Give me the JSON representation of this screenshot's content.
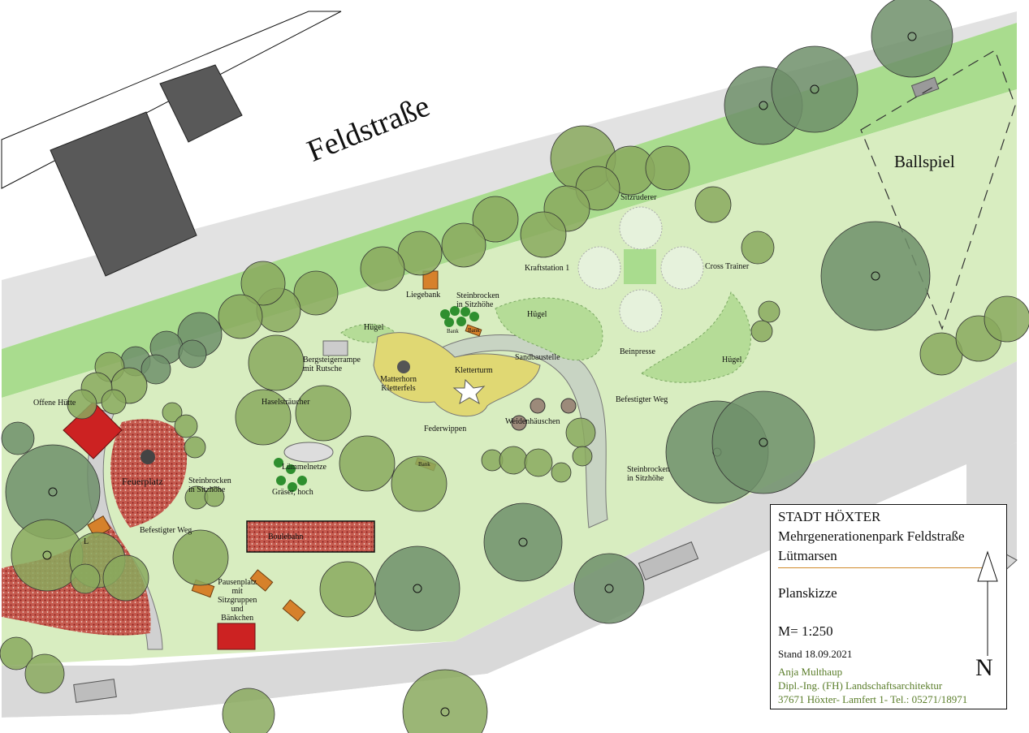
{
  "street": {
    "name": "Feldstraße"
  },
  "areas": {
    "ballspiel": "Ballspiel",
    "hill_1": "Hügel",
    "hill_2": "Hügel",
    "hill_3": "Hügel",
    "kraftstation": "Kraftstation 1",
    "sitzruderer": "Sitzruderer",
    "cross_trainer": "Cross Trainer",
    "beinpresse": "Beinpresse",
    "liegebank": "Liegebank",
    "steinbrocken_top": [
      "Steinbrocken",
      "in Sitzhöhe"
    ],
    "bergsteigerrampe": [
      "Bergsteigerrampe",
      "mit Rutsche"
    ],
    "matterhorn": [
      "Matterhorn",
      "Kletterfels"
    ],
    "kletterturm": "Kletterturm",
    "sandbaustelle": "Sandbaustelle",
    "befestigter_weg_right": "Befestigter Weg",
    "haselstraeucher": "Haselsträucher",
    "weidenhaeuschen": "Weidenhäuschen",
    "federwippen": "Federwippen",
    "steinbrocken_right": [
      "Steinbrocken",
      "in Sitzhöhe"
    ],
    "offene_huette": "Offene Hütte",
    "feuerplatz": "Feuerplatz",
    "steinbrocken_left": [
      "Steinbrocken",
      "in Sitzhöhe"
    ],
    "luemmelnetze": "Lümmelnetze",
    "graeser": "Gräser, hoch",
    "befestigter_weg_left": "Befestigter Weg",
    "boulebahn": "Boulebahn",
    "pausenplatz": [
      "Pausenplatz",
      "mit",
      "Sitzgruppen",
      "und",
      "Bänkchen"
    ],
    "l_label": "L",
    "bank_label_1": "Bank",
    "bank_label_2": "Bank",
    "bank_label_3": "Bank"
  },
  "title_block": {
    "city": "STADT HÖXTER",
    "park": "Mehrgenerationenpark Feldstraße",
    "location": "Lütmarsen",
    "type": "Planskizze",
    "scale": "M= 1:250",
    "date": "Stand 18.09.2021",
    "author": "Anja Multhaup",
    "degree": "Dipl.-Ing. (FH) Landschaftsarchitektur",
    "address": "37671 Höxter- Lamfert 1- Tel.: 05271/18971",
    "north": "N"
  },
  "colors": {
    "road": "#d9d9d9",
    "lawn": "#d8edc0",
    "green_strip": "#a9dc8e",
    "building": "#595959",
    "tree": "#8aa95e",
    "tree_dark": "#6f8f6a",
    "play_sand": "#e0d873",
    "gravel_red": "#b23a3a",
    "hut_red": "#cc2222",
    "bench_orange": "#d6812b",
    "author_green": "#5a7d2a"
  }
}
